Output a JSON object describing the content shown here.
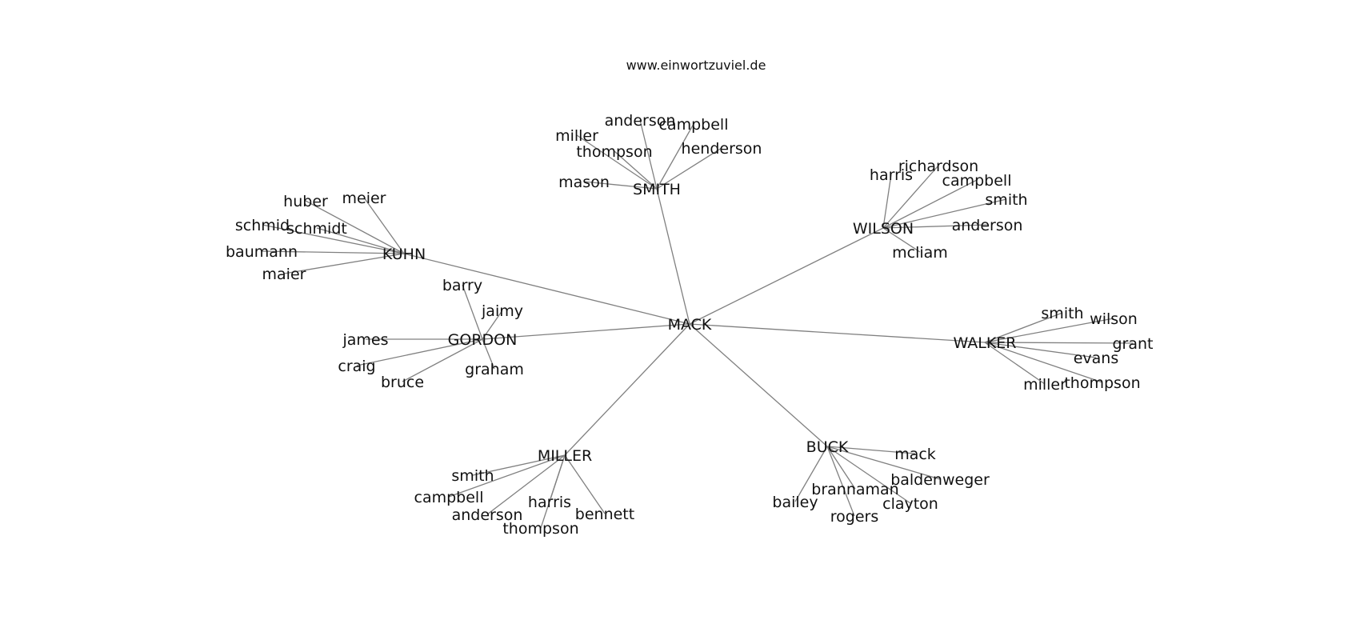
{
  "header": {
    "title": "www.einwortzuviel.de"
  },
  "graph": {
    "root": "MACK",
    "clusters": [
      {
        "name": "SMITH",
        "children": [
          "anderson",
          "campbell",
          "miller",
          "thompson",
          "henderson",
          "mason"
        ]
      },
      {
        "name": "WILSON",
        "children": [
          "richardson",
          "harris",
          "campbell",
          "smith",
          "anderson",
          "mcliam"
        ]
      },
      {
        "name": "KUHN",
        "children": [
          "huber",
          "meier",
          "schmid",
          "schmidt",
          "baumann",
          "maier"
        ]
      },
      {
        "name": "GORDON",
        "children": [
          "barry",
          "jaimy",
          "james",
          "craig",
          "bruce",
          "graham"
        ]
      },
      {
        "name": "WALKER",
        "children": [
          "smith",
          "wilson",
          "grant",
          "evans",
          "miller",
          "thompson"
        ]
      },
      {
        "name": "MILLER",
        "children": [
          "smith",
          "campbell",
          "harris",
          "bennett",
          "anderson",
          "thompson"
        ]
      },
      {
        "name": "BUCK",
        "children": [
          "mack",
          "baldenweger",
          "brannaman",
          "clayton",
          "bailey",
          "rogers"
        ]
      }
    ]
  }
}
